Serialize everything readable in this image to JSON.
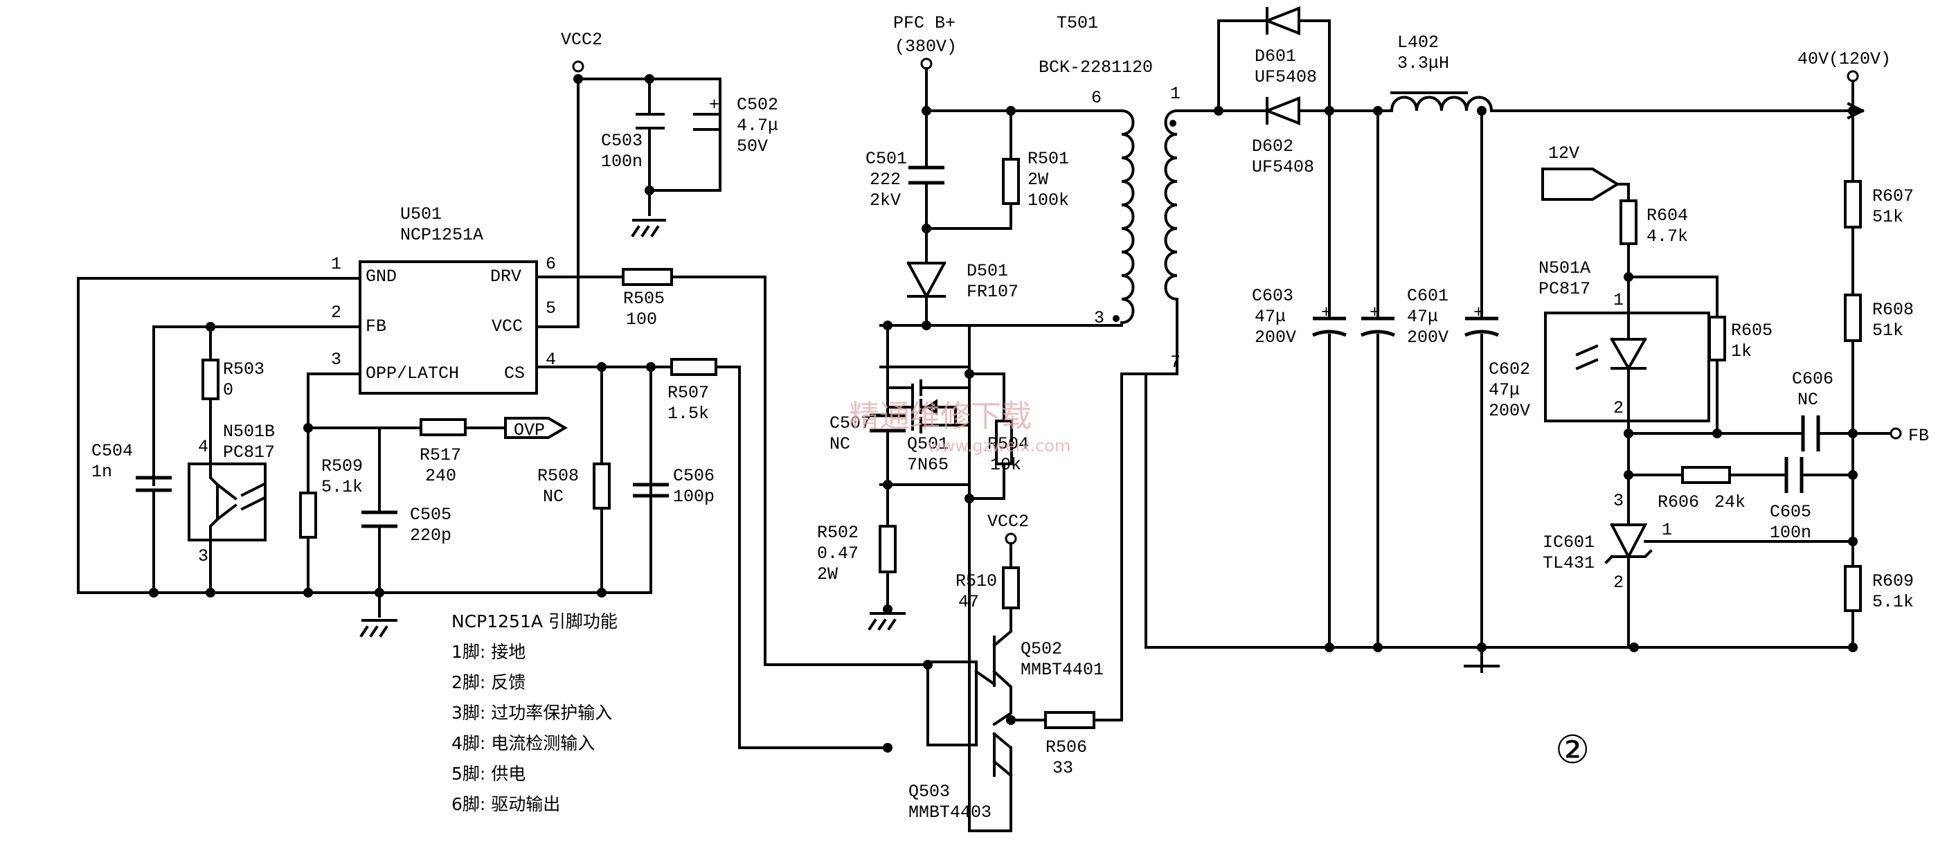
{
  "nets": {
    "vcc2_top": "VCC2",
    "vcc2_mid": "VCC2",
    "pfc": "PFC B+",
    "pfc_v": "(380V)",
    "out_v": "40V(120V)",
    "v12": "12V",
    "ovp": "OVP",
    "fb": "FB"
  },
  "components": {
    "u501": {
      "ref": "U501",
      "part": "NCP1251A",
      "pins": {
        "gnd": "GND",
        "fb": "FB",
        "opp": "OPP/LATCH",
        "drv": "DRV",
        "vcc": "VCC",
        "cs": "CS"
      },
      "pin_nums": {
        "p1": "1",
        "p2": "2",
        "p3": "3",
        "p4": "4",
        "p5": "5",
        "p6": "6"
      }
    },
    "c503": {
      "ref": "C503",
      "val": "100n"
    },
    "c502": {
      "ref": "C502",
      "val1": "4.7μ",
      "val2": "50V"
    },
    "c504": {
      "ref": "C504",
      "val": "1n"
    },
    "r503": {
      "ref": "R503",
      "val": "0"
    },
    "n501b": {
      "ref": "N501B",
      "part": "PC817",
      "pin4": "4",
      "pin3": "3"
    },
    "r509": {
      "ref": "R509",
      "val": "5.1k"
    },
    "r517": {
      "ref": "R517",
      "val": "240"
    },
    "c505": {
      "ref": "C505",
      "val": "220p"
    },
    "r508": {
      "ref": "R508",
      "val": "NC"
    },
    "r507": {
      "ref": "R507",
      "val": "1.5k"
    },
    "c506": {
      "ref": "C506",
      "val": "100p"
    },
    "r505": {
      "ref": "R505",
      "val": "100"
    },
    "c501": {
      "ref": "C501",
      "val1": "222",
      "val2": "2kV"
    },
    "r501": {
      "ref": "R501",
      "val1": "2W",
      "val2": "100k"
    },
    "d501": {
      "ref": "D501",
      "part": "FR107"
    },
    "c507": {
      "ref": "C507",
      "val": "NC"
    },
    "q501": {
      "ref": "Q501",
      "part": "7N65"
    },
    "r504": {
      "ref": "R504",
      "val": "10k"
    },
    "r502": {
      "ref": "R502",
      "val1": "0.47",
      "val2": "2W"
    },
    "r510": {
      "ref": "R510",
      "val": "47"
    },
    "q502": {
      "ref": "Q502",
      "part": "MMBT4401"
    },
    "q503": {
      "ref": "Q503",
      "part": "MMBT4403"
    },
    "r506": {
      "ref": "R506",
      "val": "33"
    },
    "t501": {
      "ref": "T501",
      "part": "BCK-2281120",
      "p6": "6",
      "p3": "3",
      "p1": "1",
      "p7": "7"
    },
    "d601": {
      "ref": "D601",
      "part": "UF5408"
    },
    "d602": {
      "ref": "D602",
      "part": "UF5408"
    },
    "l402": {
      "ref": "L402",
      "val": "3.3μH"
    },
    "c603": {
      "ref": "C603",
      "val1": "47μ",
      "val2": "200V"
    },
    "c601": {
      "ref": "C601",
      "val1": "47μ",
      "val2": "200V"
    },
    "c602": {
      "ref": "C602",
      "val1": "47μ",
      "val2": "200V"
    },
    "r604": {
      "ref": "R604",
      "val": "4.7k"
    },
    "n501a": {
      "ref": "N501A",
      "part": "PC817",
      "pin1": "1",
      "pin2": "2"
    },
    "r605": {
      "ref": "R605",
      "val": "1k"
    },
    "c606": {
      "ref": "C606",
      "val": "NC"
    },
    "r606": {
      "ref": "R606",
      "val": "24k"
    },
    "c605": {
      "ref": "C605",
      "val": "100n"
    },
    "ic601": {
      "ref": "IC601",
      "part": "TL431",
      "pin3": "3",
      "pin1": "1",
      "pin2": "2"
    },
    "r607": {
      "ref": "R607",
      "val": "51k"
    },
    "r608": {
      "ref": "R608",
      "val": "51k"
    },
    "r609": {
      "ref": "R609",
      "val": "5.1k"
    }
  },
  "pin_function_notes": {
    "title": "NCP1251A  引脚功能",
    "lines": [
      "1脚: 接地",
      "2脚: 反馈",
      "3脚: 过功率保护输入",
      "4脚: 电流检测输入",
      "5脚: 供电",
      "6脚: 驱动输出"
    ]
  },
  "watermark": {
    "text": "精通维修下载",
    "url": "www.gzweix.com"
  },
  "figure_number": "②"
}
